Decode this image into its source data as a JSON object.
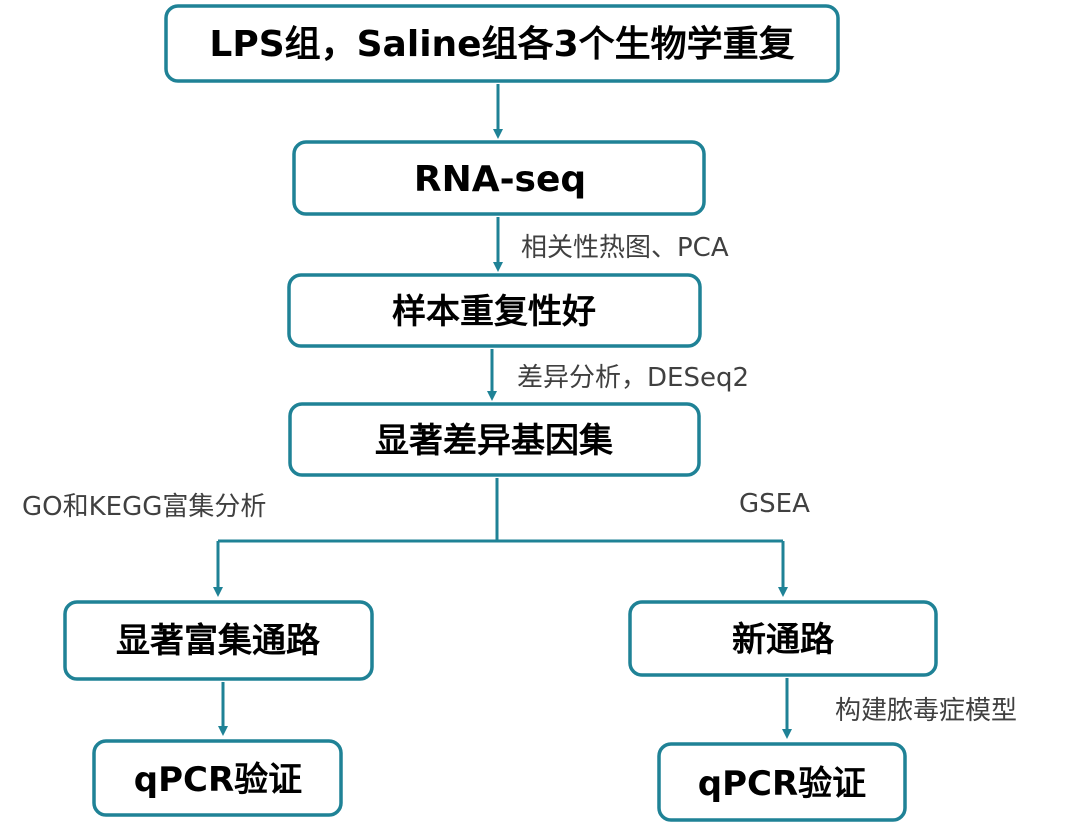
{
  "diagram": {
    "nodes": {
      "groups": "LPS组，Saline组各3个生物学重复",
      "rnaseq": "RNA-seq",
      "reproducibility": "样本重复性好",
      "deg_set": "显著差异基因集",
      "enriched_pathways": "显著富集通路",
      "new_pathway": "新通路",
      "qpcr_left": "qPCR验证",
      "qpcr_right": "qPCR验证"
    },
    "edge_labels": {
      "heatmap_pca": "相关性热图、PCA",
      "deseq2": "差异分析，DESeq2",
      "go_kegg": "GO和KEGG富集分析",
      "gsea": "GSEA",
      "sepsis_model": "构建脓毒症模型"
    },
    "colors": {
      "accent": "#1f8296",
      "node_text": "#000000",
      "label_text": "#404040"
    }
  }
}
